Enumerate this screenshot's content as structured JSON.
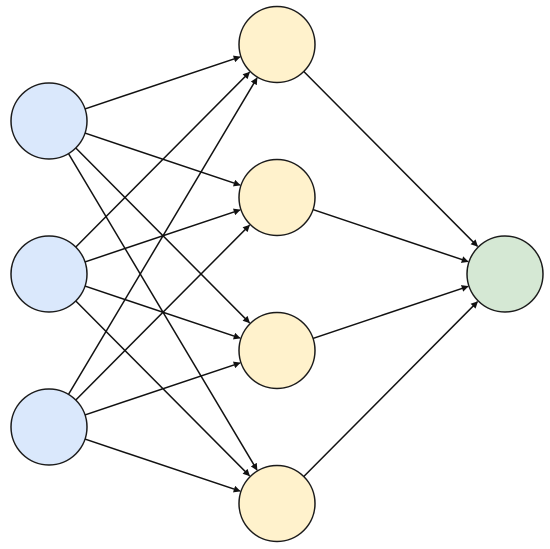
{
  "diagram": {
    "type": "feed-forward neural network",
    "layers": [
      {
        "role": "input",
        "node_count": 3,
        "fill": "#dae8fc"
      },
      {
        "role": "hidden",
        "node_count": 4,
        "fill": "#fff2cc"
      },
      {
        "role": "output",
        "node_count": 1,
        "fill": "#d5e8d4"
      }
    ],
    "node_stroke": "#1a1a1a",
    "edge_color": "#111111",
    "connectivity": "fully-connected",
    "edges_directed": true
  }
}
